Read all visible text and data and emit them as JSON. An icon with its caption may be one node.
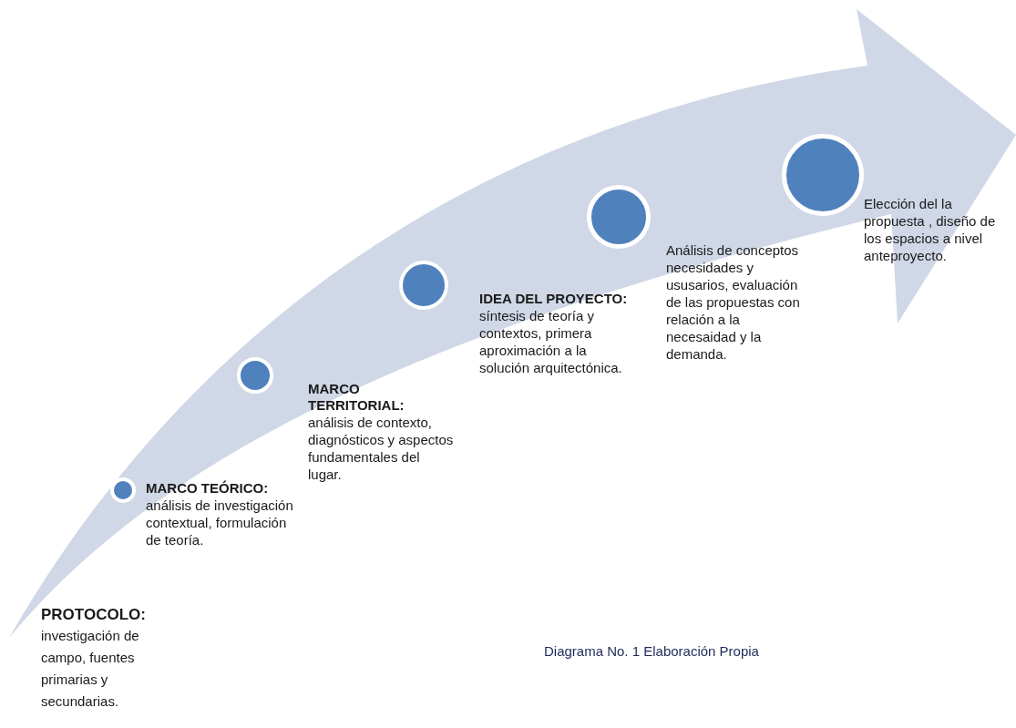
{
  "diagram": {
    "caption": "Diagrama No. 1 Elaboración Propia",
    "nodes": [
      {
        "text": [],
        "shape": "circle",
        "beside": [
          "MARCO TEÓRICO:",
          "análisis de investigación contextual, formulación de teoría."
        ]
      },
      {
        "text": [],
        "shape": "circle",
        "beside": [
          "MARCO TERRITORIAL:",
          "análisis de contexto, diagnósticos y aspectos fundamentales del lugar."
        ]
      },
      {
        "text": [],
        "shape": "circle",
        "beside": [
          "IDEA DEL PROYECTO:",
          "síntesis de teoría y contextos, primera aproximación a la solución arquitectónica."
        ]
      },
      {
        "text": [],
        "shape": "circle",
        "beside": [
          "Análisis de conceptos necesidades y ususarios, evaluación de las propuestas con relación a la necesaidad y la demanda."
        ]
      },
      {
        "text": [],
        "shape": "circle",
        "beside": [
          "Elección del la propuesta , diseño de los espacios a nivel anteproyecto."
        ]
      }
    ],
    "labels": [
      "PROTOCOLO:",
      "investigación de campo, fuentes primarias y secundarias."
    ]
  }
}
